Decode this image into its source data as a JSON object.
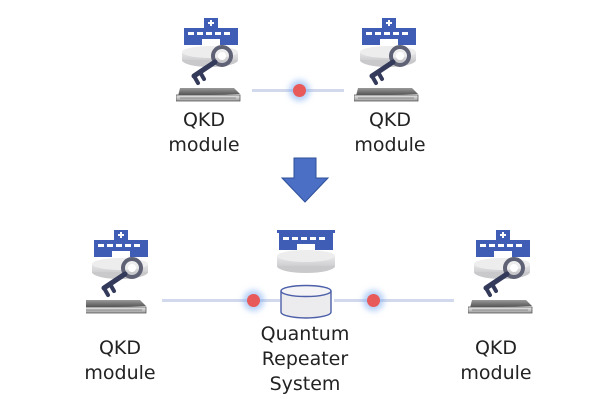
{
  "diagram": {
    "colors": {
      "building_blue": "#3f5db4",
      "platform_gray": "#d6d6d8",
      "key_gray": "#6e7080",
      "server_dark": "#3a3a3a",
      "link_line": "#d3d9ec",
      "photon_red": "#e85a5a",
      "arrow_blue": "#4a6fc4"
    },
    "before": {
      "nodes": [
        {
          "id": "qkd-left",
          "icon": "building-key-server-icon",
          "label_lines": [
            "QKD",
            "module"
          ]
        },
        {
          "id": "qkd-right",
          "icon": "building-key-server-icon",
          "label_lines": [
            "QKD",
            "module"
          ]
        }
      ],
      "links": [
        {
          "from": "qkd-left",
          "to": "qkd-right",
          "photons": 1
        }
      ]
    },
    "transition": {
      "icon": "down-arrow-icon"
    },
    "after": {
      "nodes": [
        {
          "id": "qkd-left",
          "icon": "building-key-server-icon",
          "label_lines": [
            "QKD",
            "module"
          ]
        },
        {
          "id": "repeater",
          "icon": "building-cylinder-icon",
          "label_lines": [
            "Quantum",
            "Repeater",
            "System"
          ]
        },
        {
          "id": "qkd-right",
          "icon": "building-key-server-icon",
          "label_lines": [
            "QKD",
            "module"
          ]
        }
      ],
      "links": [
        {
          "from": "qkd-left",
          "to": "repeater",
          "photons": 1
        },
        {
          "from": "repeater",
          "to": "qkd-right",
          "photons": 1
        }
      ]
    }
  }
}
